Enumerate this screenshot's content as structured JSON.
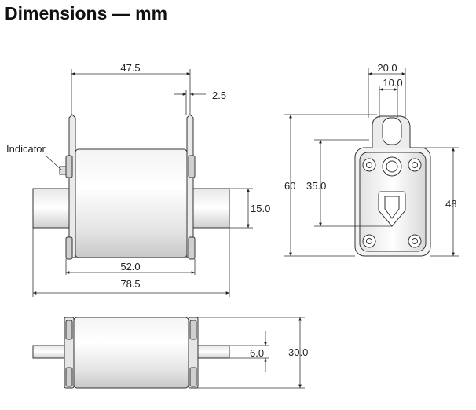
{
  "title": "Dimensions — mm",
  "front_view": {
    "label_indicator": "Indicator",
    "dim_top_width": "47.5",
    "dim_blade_thickness": "2.5",
    "dim_contact_height": "15.0",
    "dim_body_width": "52.0",
    "dim_overall_length": "78.5"
  },
  "side_view": {
    "dim_width": "20.0",
    "dim_slot_width": "10.0",
    "dim_overall_height": "60",
    "dim_hole_spacing": "35.0",
    "dim_body_height": "48"
  },
  "bottom_view": {
    "dim_contact_thickness": "6.0",
    "dim_body_depth": "30.0"
  }
}
